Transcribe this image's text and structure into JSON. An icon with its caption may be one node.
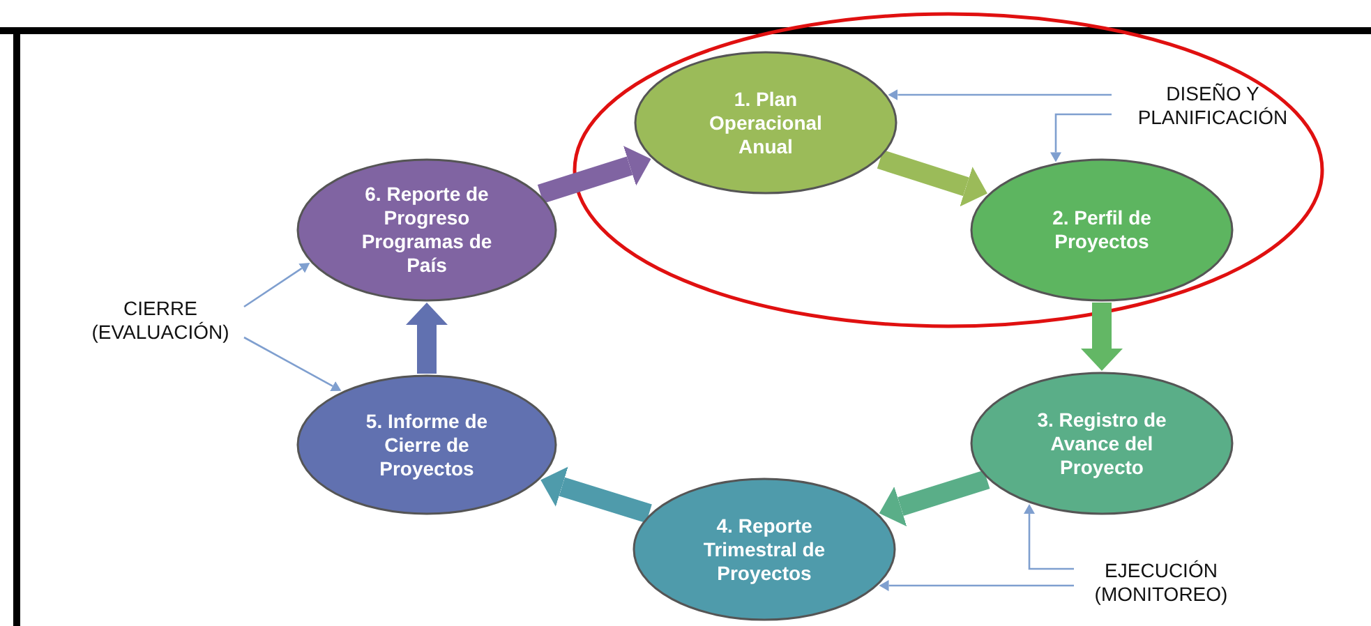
{
  "diagram": {
    "nodes": [
      {
        "text": [
          "1. Plan Operacional Anual"
        ]
      },
      {
        "text": [
          "2. Perfil de Proyectos"
        ]
      },
      {
        "text": [
          "3. Registro de Avance del Proyecto"
        ]
      },
      {
        "text": [
          "4. Reporte Trimestral de Proyectos"
        ]
      },
      {
        "text": [
          "5. Informe de Cierre de Proyectos"
        ]
      },
      {
        "text": [
          "6. Reporte de Progreso Programas de País"
        ]
      },
      {
        "text": [
          "DISEÑO Y PLANIFICACIÓN"
        ]
      },
      {
        "text": [
          "CIERRE (EVALUACIÓN)"
        ]
      },
      {
        "text": [
          "EJECUCIÓN (MONITOREO)"
        ]
      }
    ],
    "edges": [
      {
        "from": 0,
        "to": 1,
        "arrow": "to",
        "style": "thick",
        "color": "#9bbb59"
      },
      {
        "from": 1,
        "to": 2,
        "arrow": "to",
        "style": "thick",
        "color": "#63b765"
      },
      {
        "from": 2,
        "to": 3,
        "arrow": "to",
        "style": "thick",
        "color": "#5aae88"
      },
      {
        "from": 3,
        "to": 4,
        "arrow": "to",
        "style": "thick",
        "color": "#4f9bab"
      },
      {
        "from": 4,
        "to": 5,
        "arrow": "to",
        "style": "thick",
        "color": "#6171b0"
      },
      {
        "from": 5,
        "to": 0,
        "arrow": "to",
        "style": "thick",
        "color": "#8064a2"
      },
      {
        "from": 6,
        "to": 0,
        "arrow": "to"
      },
      {
        "from": 6,
        "to": 1,
        "arrow": "to"
      },
      {
        "from": 7,
        "to": 5,
        "arrow": "to"
      },
      {
        "from": 7,
        "to": 4,
        "arrow": "to"
      },
      {
        "from": 8,
        "to": 2,
        "arrow": "to"
      },
      {
        "from": 8,
        "to": 3,
        "arrow": "to"
      }
    ]
  }
}
